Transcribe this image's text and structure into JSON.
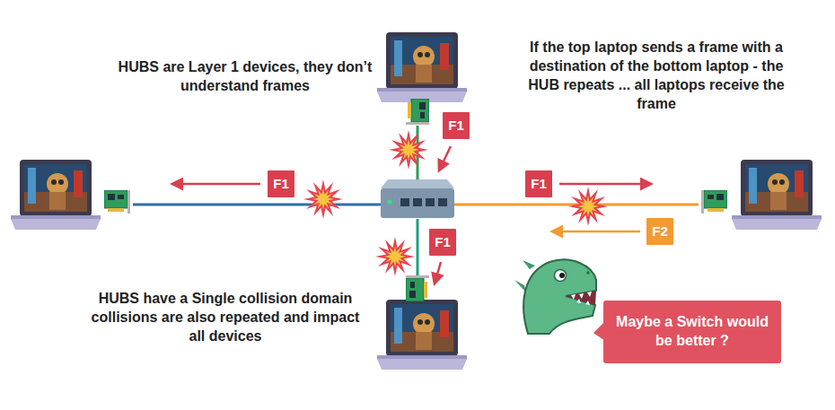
{
  "diagram": {
    "nodes": [
      {
        "text": [
          "F1"
        ]
      },
      {
        "text": [
          "F1"
        ]
      },
      {
        "text": [
          "F1"
        ]
      },
      {
        "text": [
          "F2"
        ]
      },
      {
        "text": [
          "F1"
        ]
      },
      {
        "text": [
          "Maybe a Switch would be better ?"
        ]
      }
    ],
    "labels": [
      "HUBS are Layer 1 devices, they don’t understand frames",
      "If the top laptop sends a frame with a destination of the bottom laptop - the HUB repeats ... all laptops receive the frame",
      "HUBS have a Single collision domain collisions are also repeated and impact all devices"
    ]
  }
}
